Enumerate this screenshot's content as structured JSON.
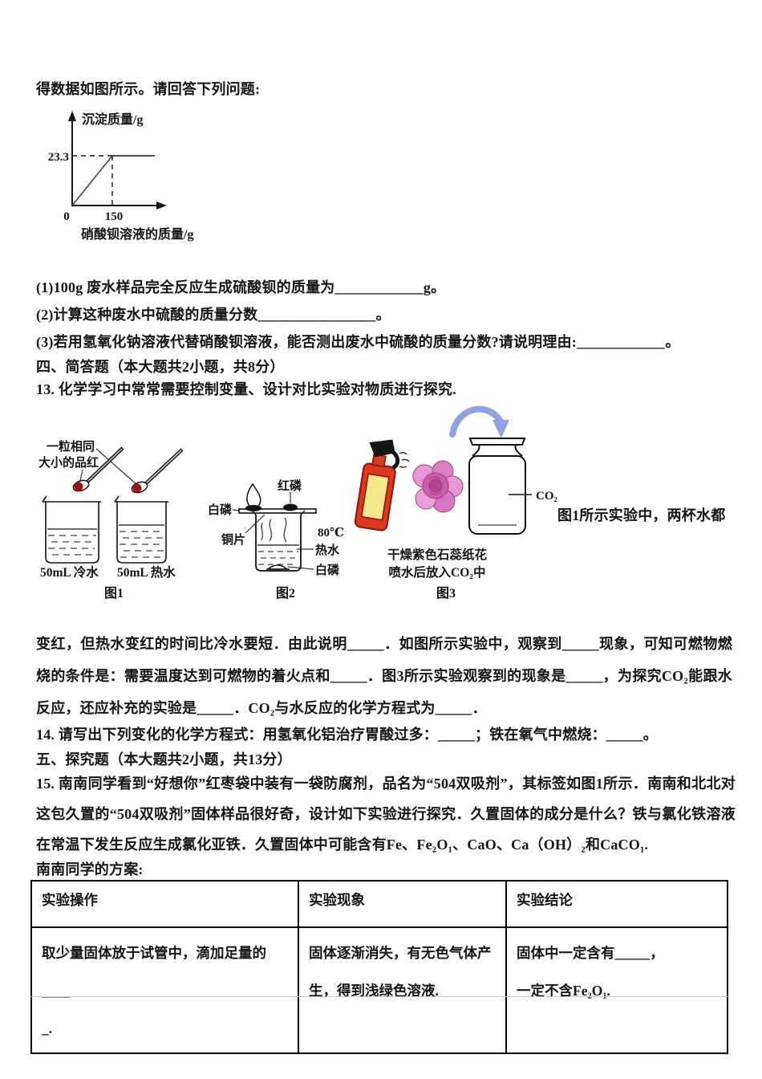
{
  "intro": "得数据如图所示。请回答下列问题:",
  "chart_data": {
    "type": "line",
    "title": "",
    "ylabel": "沉淀质量/g",
    "xlabel": "硝酸钡溶液的质量/g",
    "x_ticks": [
      "0",
      "150"
    ],
    "y_tick_label": "23.3",
    "series": [
      {
        "name": "沉淀质量",
        "points": [
          [
            0,
            0
          ],
          [
            150,
            23.3
          ],
          [
            240,
            23.3
          ]
        ]
      }
    ],
    "xlim": [
      0,
      240
    ],
    "ylim": [
      0,
      30
    ],
    "grid": false,
    "annotations": [
      "虚线标注点 (150, 23.3)，之后曲线水平"
    ]
  },
  "questions": {
    "q1": "(1)100g 废水样品完全反应生成硫酸钡的质量为____________g。",
    "q2": "(2)计算这种废水中硫酸的质量分数________________。",
    "q3": "(3)若用氢氧化钠溶液代替硝酸钡溶液，能否测出废水中硫酸的质量分数?请说明理由:____________。"
  },
  "section4": {
    "heading": "四、简答题（本大题共2小题，共8分）",
    "q13": "13. 化学学习中常常需要控制变量、设计对比实验对物质进行探究."
  },
  "figures": {
    "fig1": {
      "callout1": "一粒相同",
      "callout2": "大小的品红",
      "cold": "50mL 冷水",
      "hot": "50mL 热水",
      "caption": "图1"
    },
    "fig2": {
      "red_phosphorus": "红磷",
      "white_phosphorus_top": "白磷",
      "copper_sheet": "铜片",
      "temperature": "80℃",
      "hot_water": "热水",
      "white_phosphorus_bottom": "白磷",
      "caption": "图2"
    },
    "fig3": {
      "gas_label": "CO₂",
      "note1": "干燥紫色石蕊纸花",
      "note2": "喷水后放入CO₂中",
      "caption": "图3"
    },
    "side_note": "图1所示实验中，两杯水都"
  },
  "para13": "变红，但热水变红的时间比冷水要短．由此说明_____．如图所示实验中，观察到_____现象，可知可燃物燃烧的条件是：需要温度达到可燃物的着火点和_____．图3所示实验观察到的现象是_____，为探究CO₂能跟水反应，还应补充的实验是_____．CO₂与水反应的化学方程式为_____．",
  "q14": "14. 请写出下列变化的化学方程式：用氢氧化铝治疗胃酸过多：_____；铁在氧气中燃烧：_____。",
  "section5": {
    "heading": "五、探究题（本大题共2小题，共13分）",
    "q15": "15. 南南同学看到“好想你”红枣袋中装有一袋防腐剂，品名为“504双吸剂”，其标签如图1所示．南南和北北对这包久置的“504双吸剂”固体样品很好奇，设计如下实验进行探究．久置固体的成分是什么？铁与氯化铁溶液在常温下发生反应生成氯化亚铁．久置固体中可能含有Fe、Fe₂O₁、CaO、Ca（OH）₂和CaCO₁.",
    "plan": "南南同学的方案:"
  },
  "table": {
    "headers": [
      "实验操作",
      "实验现象",
      "实验结论"
    ],
    "rows": [
      [
        "取少量固体放于试管中，滴加足量的____\n_.",
        "固体逐渐消失，有无色气体产\n生，得到浅绿色溶液.",
        "固体中一定含有_____，\n一定不含Fe₂O₁."
      ]
    ]
  },
  "colors": {
    "ink": "#151515",
    "arrow_blue": "#8fa3de",
    "spray_bottle_red": "#d8391f",
    "spray_label_yellow": "#f2e88a",
    "flower_pink": "#da7ec7",
    "fuchsin_red": "#9c1420"
  }
}
